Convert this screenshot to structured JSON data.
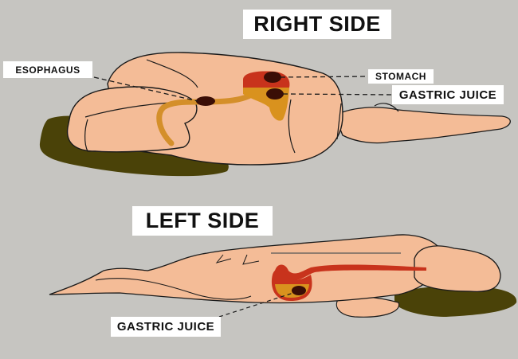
{
  "diagram": {
    "sections": [
      {
        "title": "RIGHT SIDE",
        "labels": [
          "ESOPHAGUS",
          "STOMACH",
          "GASTRIC JUICE"
        ]
      },
      {
        "title": "LEFT SIDE",
        "labels": [
          "GASTRIC JUICE"
        ]
      }
    ],
    "colors": {
      "background": "#c6c5c1",
      "skin": "#f4bc97",
      "hair": "#4a4208",
      "stomach": "#c8331c",
      "gastric_juice": "#d9921e",
      "esophagus": "#d48f2a",
      "dark_spot": "#3a0e06",
      "outline": "#1a1a1a"
    }
  }
}
